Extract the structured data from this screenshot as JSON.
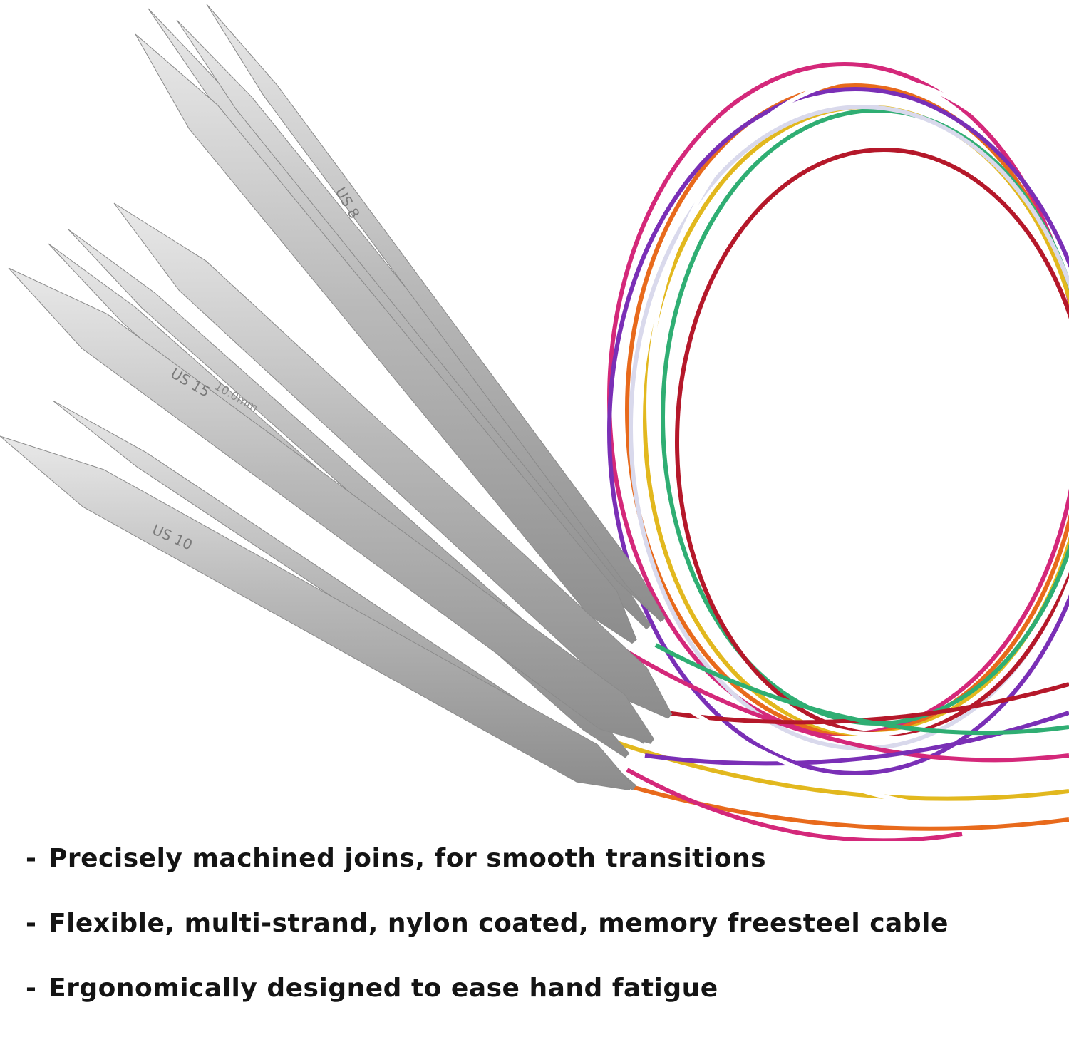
{
  "photo": {
    "needle_markings": [
      "US 8",
      "US 15",
      "US 10"
    ],
    "size_marking": "10.0mm",
    "cable_colors": [
      "#d4287a",
      "#e86a1c",
      "#e2b81e",
      "#7a2fb6",
      "#2fae73",
      "#d9d9ec",
      "#b5182a",
      "#ffffff"
    ],
    "metal_color": "#b7b7b7"
  },
  "features": [
    {
      "bullet": "-",
      "text": "Precisely machined joins, for smooth transitions"
    },
    {
      "bullet": "-",
      "text": "Flexible, multi-strand, nylon coated, memory freesteel cable"
    },
    {
      "bullet": "-",
      "text": "Ergonomically designed to ease hand fatigue"
    }
  ]
}
